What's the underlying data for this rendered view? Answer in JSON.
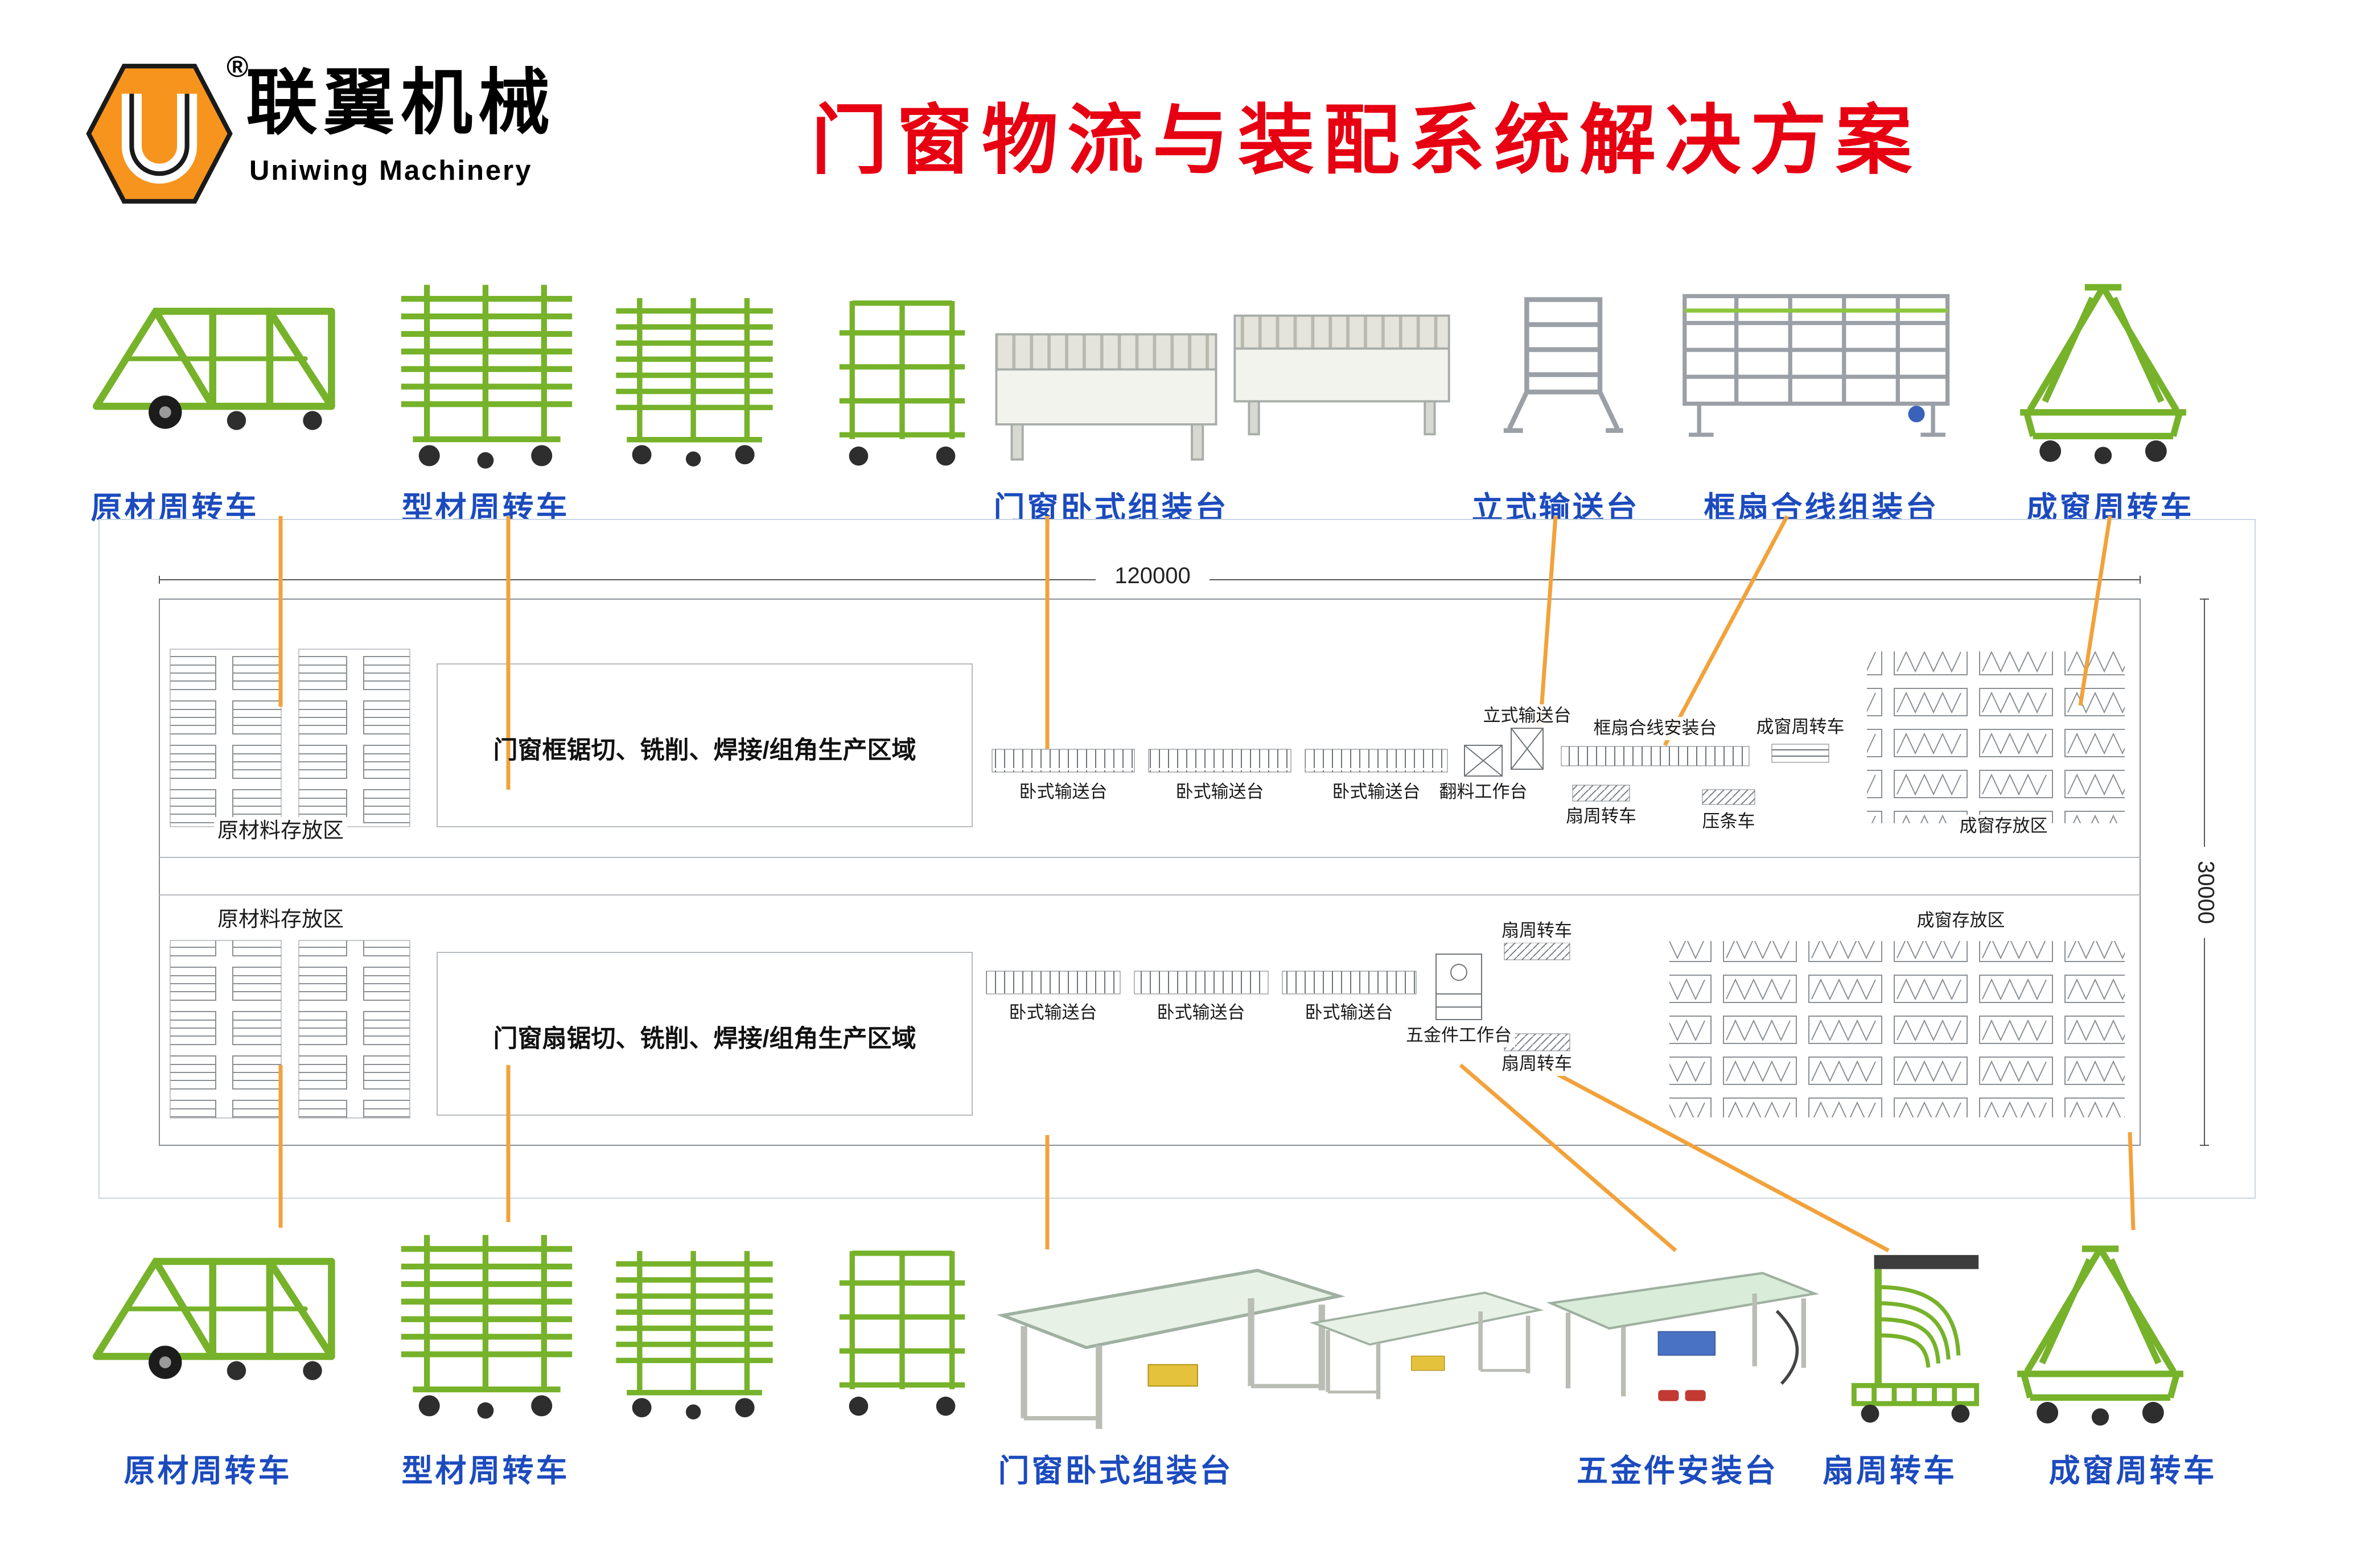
{
  "brand": {
    "logo_letter": "U",
    "registered": "®",
    "name_cn": "联翼机械",
    "name_en": "Uniwing Machinery"
  },
  "title": "门窗物流与装配系统解决方案",
  "top_labels": [
    "原材周转车",
    "型材周转车",
    "门窗卧式组装台",
    "立式输送台",
    "框扇合线组装台",
    "成窗周转车"
  ],
  "bottom_labels": [
    "原材周转车",
    "型材周转车",
    "门窗卧式组装台",
    "五金件安装台",
    "扇周转车",
    "成窗周转车"
  ],
  "plan": {
    "width_dim": "120000",
    "height_dim": "30000",
    "frame_line": {
      "storage": "原材料存放区",
      "production": "门窗框锯切、铣削、焊接/组角生产区域",
      "stations": [
        "卧式输送台",
        "卧式输送台",
        "卧式输送台",
        "翻料工作台",
        "立式输送台",
        "框扇合线安装台",
        "扇周转车",
        "压条车",
        "成窗周转车",
        "成窗存放区"
      ]
    },
    "sash_line": {
      "storage": "原材料存放区",
      "production": "门窗扇锯切、铣削、焊接/组角生产区域",
      "stations": [
        "卧式输送台",
        "卧式输送台",
        "卧式输送台",
        "五金件工作台",
        "扇周转车",
        "扇周转车",
        "成窗存放区"
      ]
    }
  },
  "colors": {
    "title_red": "#E60012",
    "label_blue": "#1C4BBE",
    "connector_orange": "#F2A23B",
    "equipment_green": "#8CC63E",
    "logo_orange": "#F7941D"
  }
}
